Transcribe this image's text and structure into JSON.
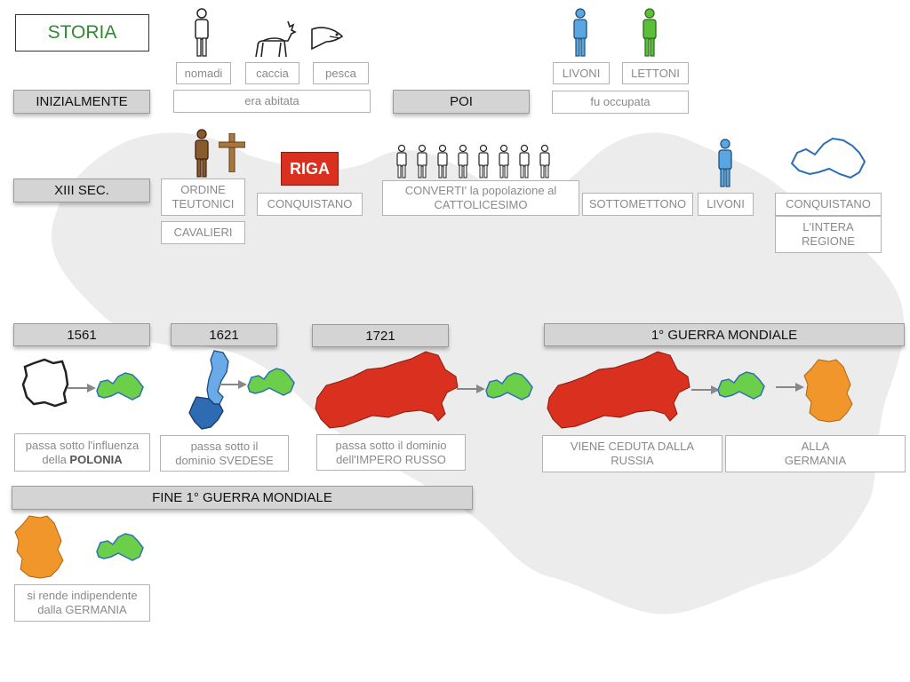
{
  "title": "STORIA",
  "row_labels": {
    "initially": "INIZIALMENTE",
    "then": "POI",
    "xiii": "XIII SEC."
  },
  "initially": {
    "nomadi": "nomadi",
    "caccia": "caccia",
    "pesca": "pesca",
    "era_abitata": "era abitata"
  },
  "poi": {
    "livoni": "LIVONI",
    "lettoni": "LETTONI",
    "fu_occupata": "fu occupata"
  },
  "xiii": {
    "ordine": "ORDINE TEUTONICI",
    "cavalieri": "CAVALIERI",
    "conquistano": "CONQUISTANO",
    "riga": "RIGA",
    "converti": "CONVERTI' la popolazione al CATTOLICESIMO",
    "sottomettono": "SOTTOMETTONO",
    "livoni": "LIVONI",
    "conquistano2": "CONQUISTANO",
    "intera_regione": "L'INTERA REGIONE"
  },
  "timeline": {
    "y1561": "1561",
    "y1621": "1621",
    "y1721": "1721",
    "ww1": "1° GUERRA MONDIALE",
    "polonia_pre": "passa sotto l'influenza della ",
    "polonia_bold": "POLONIA",
    "svedese": "passa sotto il dominio SVEDESE",
    "russo": "passa sotto il dominio dell'IMPERO RUSSO",
    "ceduta": "VIENE CEDUTA DALLA RUSSIA",
    "germania": "ALLA GERMANIA"
  },
  "end": {
    "label": "FINE 1° GUERRA MONDIALE",
    "independent": "si rende indipendente dalla GERMANIA"
  },
  "colors": {
    "latvia": "#6ccf4a",
    "latvia_border": "#2d6fb5",
    "russia": "#d9301f",
    "germany": "#f0962a",
    "sweden": "#6aaae8",
    "person_blue": "#5aa6e0",
    "person_green": "#5cbf3a",
    "person_brown": "#8b5a2b"
  }
}
